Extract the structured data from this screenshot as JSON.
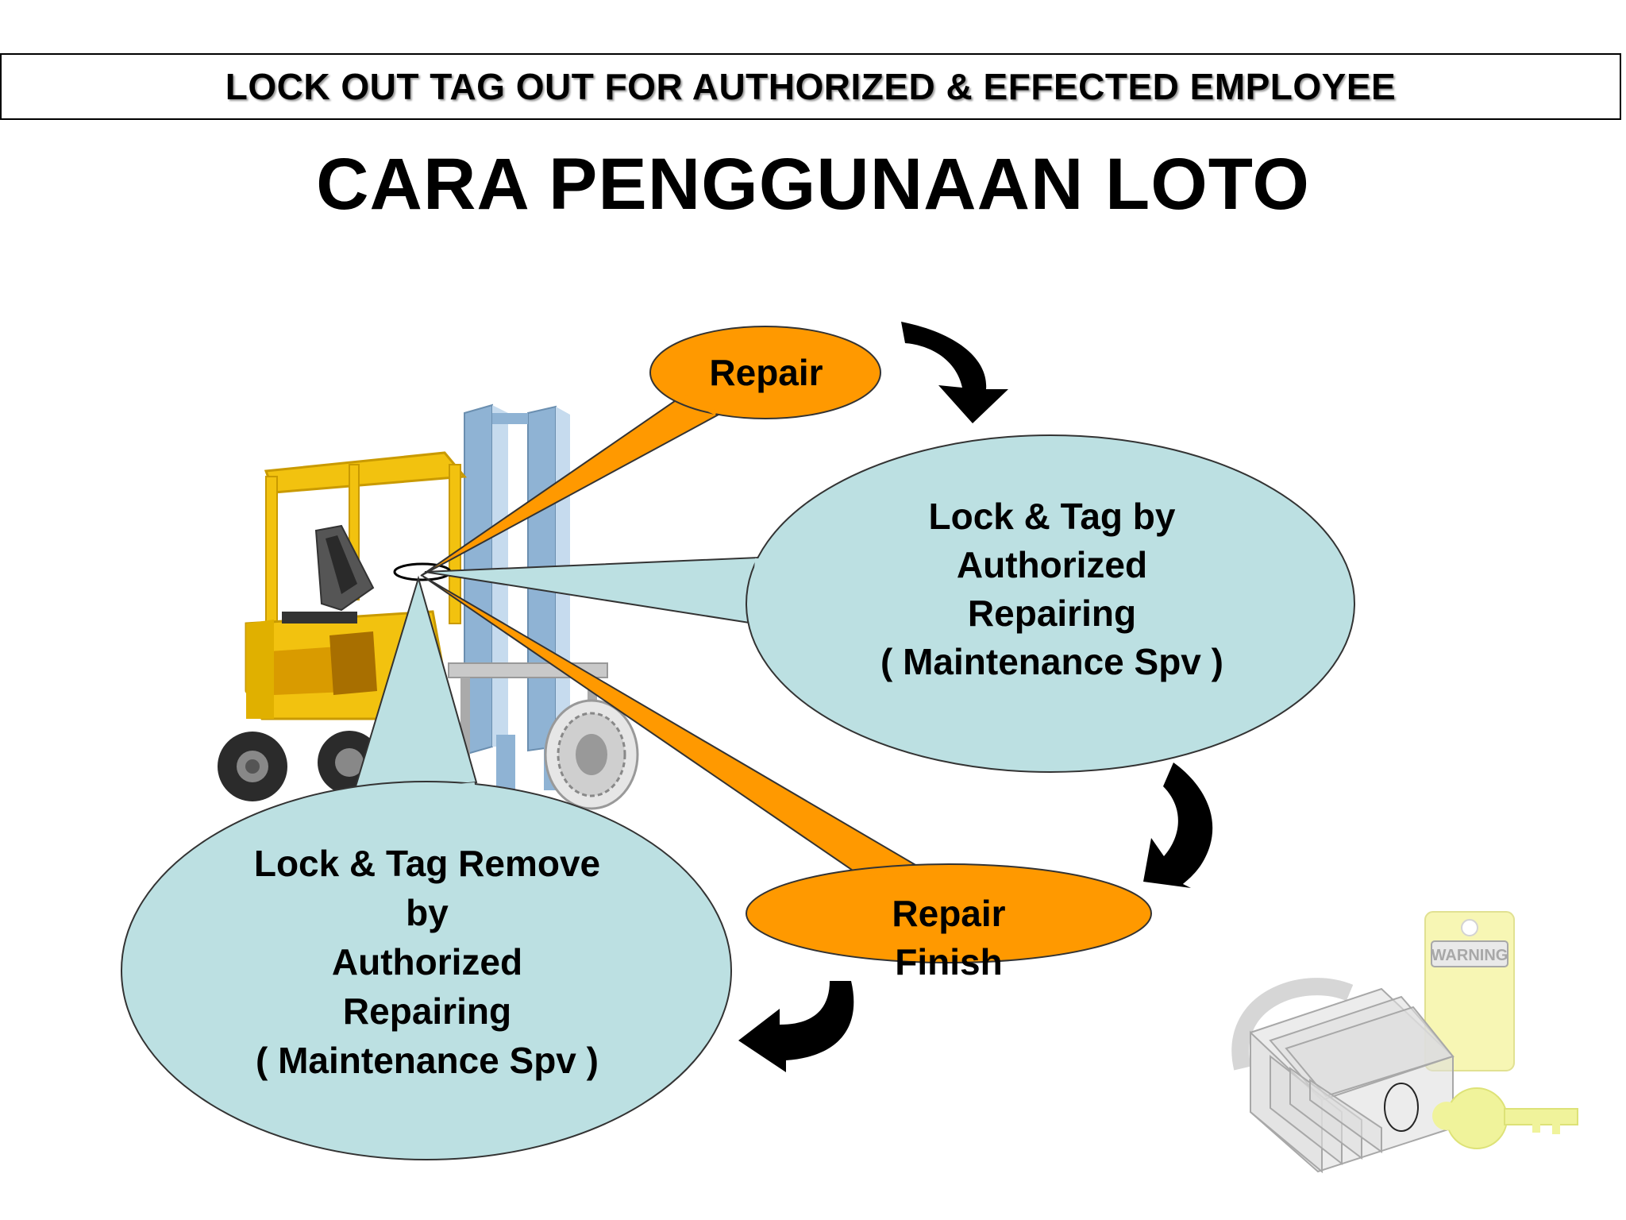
{
  "header": {
    "banner": "LOCK OUT TAG OUT FOR AUTHORIZED & EFFECTED EMPLOYEE"
  },
  "title": "CARA PENGGUNAAN LOTO",
  "steps": {
    "repair": {
      "label": "Repair"
    },
    "lock_tag": {
      "lines": [
        "Lock & Tag by",
        "Authorized",
        "Repairing",
        "( Maintenance Spv )"
      ]
    },
    "repair_finish": {
      "lines": [
        "Repair",
        "Finish"
      ]
    },
    "lock_tag_remove": {
      "lines": [
        "Lock & Tag Remove",
        "by",
        "Authorized",
        "Repairing",
        "( Maintenance Spv )"
      ]
    }
  },
  "illustrations": {
    "warning_tag": "WARNING"
  },
  "colors": {
    "orange": "#FF9900",
    "light_blue": "#BCE0E2",
    "forklift_yellow": "#F2C20F"
  }
}
